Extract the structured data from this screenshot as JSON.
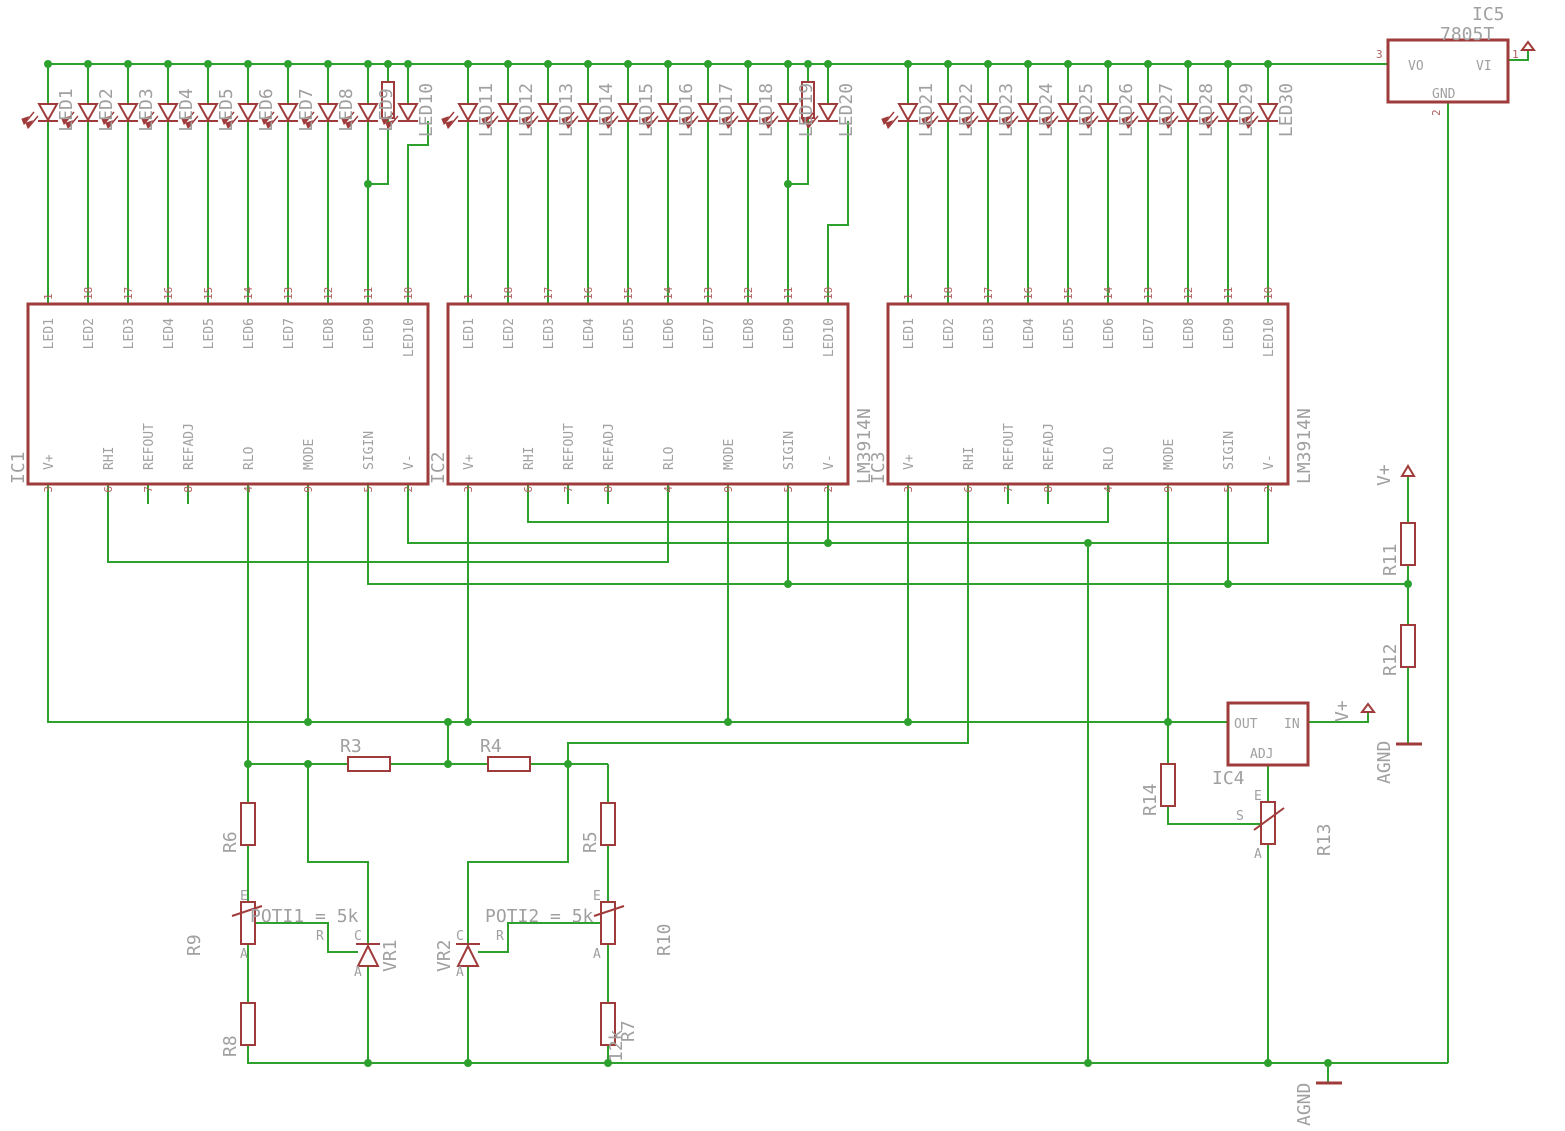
{
  "colors": {
    "wire": "#2ea02e",
    "part": "#a03b3b",
    "label": "#a0a0a0",
    "junction": "#2ea02e",
    "background": "#ffffff"
  },
  "leds": [
    "LED1",
    "LED2",
    "LED3",
    "LED4",
    "LED5",
    "LED6",
    "LED7",
    "LED8",
    "LED9",
    "LED10",
    "LED11",
    "LED12",
    "LED13",
    "LED14",
    "LED15",
    "LED16",
    "LED17",
    "LED18",
    "LED19",
    "LED20",
    "LED21",
    "LED22",
    "LED23",
    "LED24",
    "LED25",
    "LED26",
    "LED27",
    "LED28",
    "LED29",
    "LED30"
  ],
  "ics": [
    {
      "name": "IC1",
      "type": "LM3914N",
      "type_display": "",
      "name_display": "IC1"
    },
    {
      "name": "IC2",
      "type": "LM3914N",
      "type_display": "LM3914N",
      "name_display": "IC2"
    },
    {
      "name": "IC3",
      "type": "LM3914N",
      "type_display": "LM3914N",
      "name_display": "IC3"
    }
  ],
  "ic_top_pins": [
    {
      "label": "LED1",
      "num": "1"
    },
    {
      "label": "LED2",
      "num": "18"
    },
    {
      "label": "LED3",
      "num": "17"
    },
    {
      "label": "LED4",
      "num": "16"
    },
    {
      "label": "LED5",
      "num": "15"
    },
    {
      "label": "LED6",
      "num": "14"
    },
    {
      "label": "LED7",
      "num": "13"
    },
    {
      "label": "LED8",
      "num": "12"
    },
    {
      "label": "LED9",
      "num": "11"
    },
    {
      "label": "LED10",
      "num": "10"
    }
  ],
  "ic_bottom_pins": [
    {
      "label": "V+",
      "num": "3"
    },
    {
      "label": "RHI",
      "num": "6"
    },
    {
      "label": "REFOUT",
      "num": "7"
    },
    {
      "label": "REFADJ",
      "num": "8"
    },
    {
      "label": "RLO",
      "num": "4"
    },
    {
      "label": "MODE",
      "num": "9"
    },
    {
      "label": "SIGIN",
      "num": "5"
    },
    {
      "label": "V-",
      "num": "2"
    }
  ],
  "resistors": [
    "R3",
    "R4",
    "R5",
    "R6",
    "R7",
    "R8",
    "R11",
    "R12",
    "R14"
  ],
  "r7_value": "12k",
  "pots": {
    "r9": "R9",
    "r10": "R10",
    "r13": "R13",
    "poti1": "POTI1 = 5k",
    "poti2": "POTI2 = 5k",
    "pin_e": "E",
    "pin_a": "A",
    "pin_s": "S"
  },
  "zeners": {
    "vr1": "VR1",
    "vr2": "VR2",
    "pin_r": "R",
    "pin_c": "C",
    "pin_a": "A"
  },
  "regulator_7805": {
    "name": "IC5",
    "value": "7805T",
    "vo": "VO",
    "vi": "VI",
    "gnd": "GND",
    "pin1": "1",
    "pin2": "2",
    "pin3": "3"
  },
  "regulator_adj": {
    "name": "IC4",
    "out": "OUT",
    "in": "IN",
    "adj": "ADJ"
  },
  "supplies": {
    "vplus": "V+",
    "agnd": "AGND"
  }
}
